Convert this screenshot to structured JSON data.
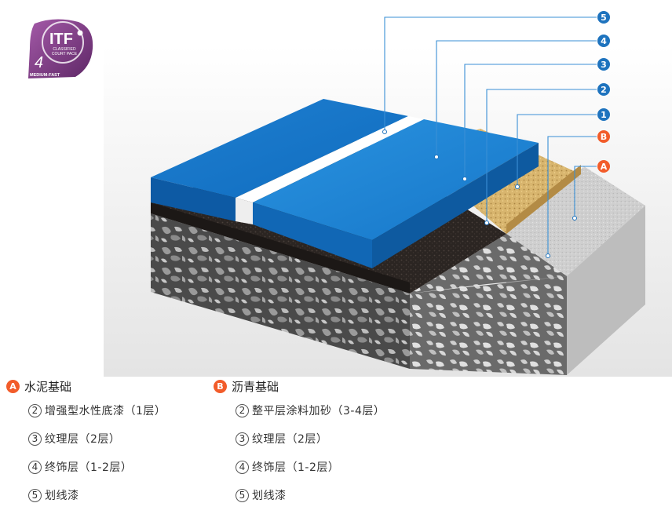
{
  "badge": {
    "brand": "ITF",
    "line1": "CLASSIFIED",
    "line2": "COURT PACE",
    "number": "4",
    "pace": "MEDIUM-FAST",
    "color": "#7a3a82"
  },
  "callouts": [
    {
      "label": "5",
      "color": "#1e73be"
    },
    {
      "label": "4",
      "color": "#1e73be"
    },
    {
      "label": "3",
      "color": "#1e73be"
    },
    {
      "label": "2",
      "color": "#1e73be"
    },
    {
      "label": "1",
      "color": "#1e73be"
    },
    {
      "label": "B",
      "color": "#f25c2a"
    },
    {
      "label": "A",
      "color": "#f25c2a"
    }
  ],
  "legend": {
    "a": {
      "marker": "A",
      "title": "水泥基础",
      "items": [
        {
          "num": "2",
          "text": "增强型水性底漆（1层）"
        },
        {
          "num": "3",
          "text": "纹理层（2层）"
        },
        {
          "num": "4",
          "text": "终饰层（1-2层）"
        },
        {
          "num": "5",
          "text": "划线漆"
        }
      ]
    },
    "b": {
      "marker": "B",
      "title": "沥青基础",
      "items": [
        {
          "num": "2",
          "text": "整平层涂料加砂（3-4层）"
        },
        {
          "num": "3",
          "text": "纹理层（2层）"
        },
        {
          "num": "4",
          "text": "终饰层（1-2层）"
        },
        {
          "num": "5",
          "text": "划线漆"
        }
      ]
    }
  }
}
